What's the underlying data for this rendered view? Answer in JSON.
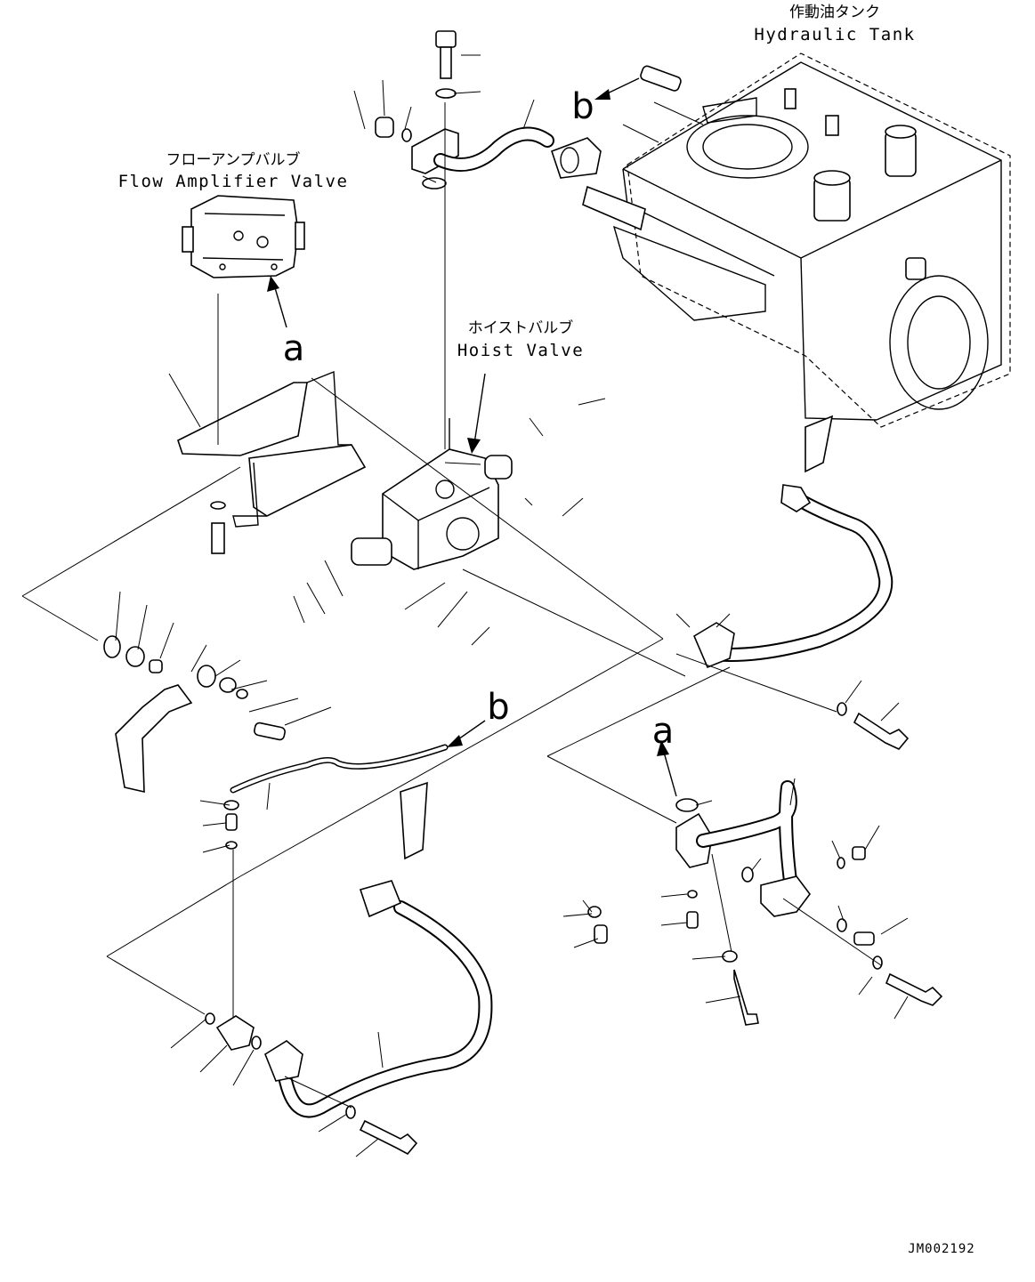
{
  "labels": {
    "hydraulic_tank_jp": "作動油タンク",
    "hydraulic_tank_en": "Hydraulic Tank",
    "flow_amp_jp": "フローアンプバルブ",
    "flow_amp_en": "Flow Amplifier Valve",
    "hoist_jp": "ホイストバルブ",
    "hoist_en": "Hoist Valve",
    "ref_a_top": "a",
    "ref_a_right": "a",
    "ref_b_top": "b",
    "ref_b_mid": "b",
    "drawing_no": "JM002192"
  }
}
